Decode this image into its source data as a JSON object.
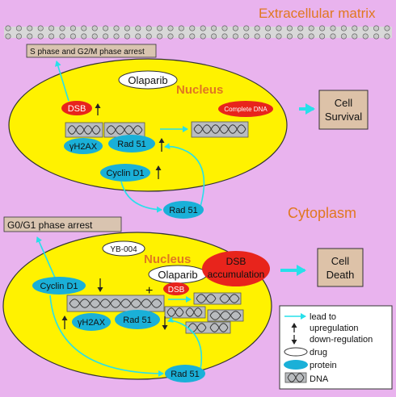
{
  "colors": {
    "background": "#e9b3ee",
    "cell": "#fff200",
    "protein": "#1ab0d8",
    "dsb": "#e8241c",
    "arrow": "#27e0ea",
    "outcome_box": "#ddc2a8",
    "phase_box": "#d9c4b0",
    "title_orange": "#e07820"
  },
  "labels": {
    "extracellular": "Extracellular matrix",
    "cytoplasm": "Cytoplasm",
    "nucleus_top": "Nucleus",
    "nucleus_bottom": "Nucleus"
  },
  "top_cell": {
    "phase_arrest": "S phase and G2/M phase arrest",
    "drug": "Olaparib",
    "dsb": "DSB",
    "complete_dna": "Complete DNA",
    "gh2ax": "γH2AX",
    "rad51": "Rad 51",
    "cyclin": "Cyclin D1",
    "rad51_outside": "Rad 51",
    "outcome_line1": "Cell",
    "outcome_line2": "Survival"
  },
  "bottom_cell": {
    "phase_arrest": "G0/G1 phase arrest",
    "drug1": "YB-004",
    "drug2": "Olaparib",
    "dsb_accum_line1": "DSB",
    "dsb_accum_line2": "accumulation",
    "cyclin": "Cyclin D1",
    "plus": "+",
    "dsb": "DSB",
    "gh2ax": "γH2AX",
    "rad51": "Rad 51",
    "rad51_outside": "Rad 51",
    "outcome_line1": "Cell",
    "outcome_line2": "Death"
  },
  "legend": {
    "lead_to": "lead to",
    "upregulation": "upregulation",
    "downregulation": "down-regulation",
    "drug": "drug",
    "protein": "protein",
    "dna": "DNA"
  }
}
